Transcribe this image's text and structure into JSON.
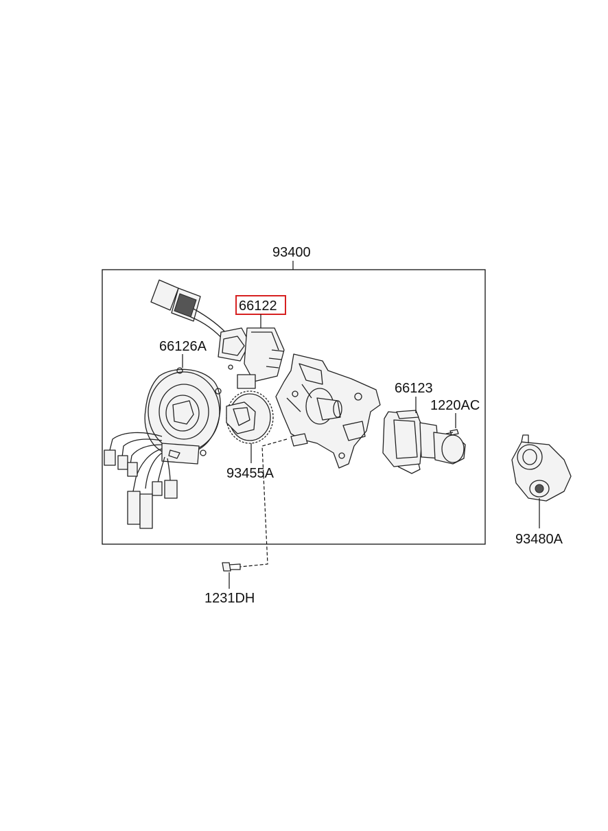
{
  "labels": {
    "assembly": "93400",
    "highlighted": "66122",
    "clock_spring": "66126A",
    "sensor_ring": "93455A",
    "wiper_switch": "66123",
    "screw_small": "1220AC",
    "screw_bottom": "1231DH",
    "steering_sensor": "93480A"
  },
  "highlight_color": "#d62020"
}
